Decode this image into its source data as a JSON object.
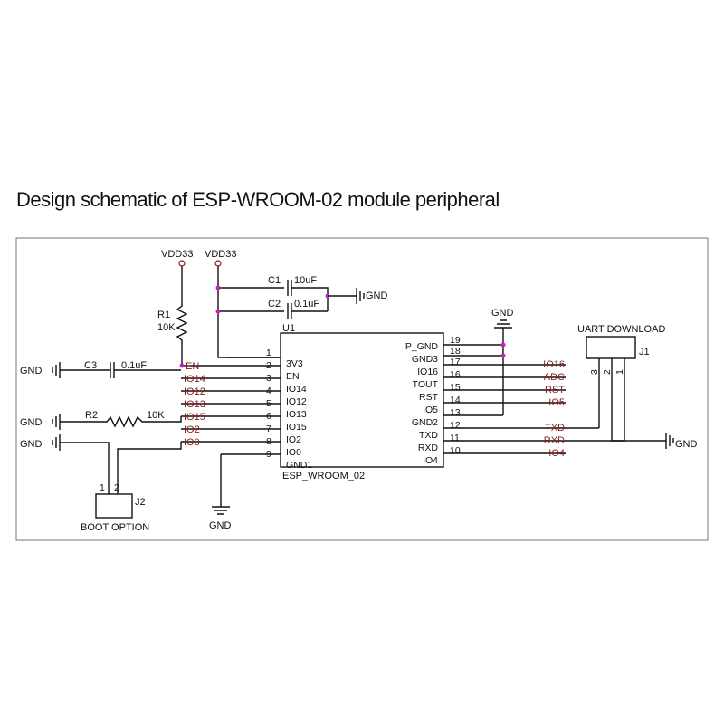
{
  "title": "Design schematic of ESP-WROOM-02 module peripheral",
  "power": {
    "vdd1": "VDD33",
    "vdd2": "VDD33",
    "gnd": "GND"
  },
  "capacitors": {
    "c1": {
      "ref": "C1",
      "value": "10uF"
    },
    "c2": {
      "ref": "C2",
      "value": "0.1uF"
    },
    "c3": {
      "ref": "C3",
      "value": "0.1uF"
    }
  },
  "resistors": {
    "r1": {
      "ref": "R1",
      "value": "10K"
    },
    "r2": {
      "ref": "R2",
      "value": "10K"
    }
  },
  "module": {
    "ref": "U1",
    "name": "ESP_WROOM_02",
    "left_pins": [
      {
        "num": "1",
        "name": "3V3",
        "net": ""
      },
      {
        "num": "2",
        "name": "EN",
        "net": "EN"
      },
      {
        "num": "3",
        "name": "IO14",
        "net": "IO14"
      },
      {
        "num": "4",
        "name": "IO12",
        "net": "IO12"
      },
      {
        "num": "5",
        "name": "IO13",
        "net": "IO13"
      },
      {
        "num": "6",
        "name": "IO15",
        "net": "IO15"
      },
      {
        "num": "7",
        "name": "IO2",
        "net": "IO2"
      },
      {
        "num": "8",
        "name": "IO0",
        "net": "IO0"
      },
      {
        "num": "9",
        "name": "GND1",
        "net": ""
      }
    ],
    "right_pins": [
      {
        "num": "19",
        "name": "P_GND",
        "net": ""
      },
      {
        "num": "18",
        "name": "GND3",
        "net": ""
      },
      {
        "num": "17",
        "name": "IO16",
        "net": ""
      },
      {
        "num": "16",
        "name": "TOUT",
        "net": "IO16"
      },
      {
        "num": "15",
        "name": "RST",
        "net": "ADC"
      },
      {
        "num": "14",
        "name": "IO5",
        "net": "RST"
      },
      {
        "num": "13",
        "name": "GND2",
        "net": "IO5"
      },
      {
        "num": "12",
        "name": "TXD",
        "net": ""
      },
      {
        "num": "11",
        "name": "RXD",
        "net": "TXD"
      },
      {
        "num": "10",
        "name": "IO4",
        "net": "RXD"
      }
    ],
    "extra_net": "IO4"
  },
  "connectors": {
    "j1": {
      "ref": "J1",
      "label": "UART DOWNLOAD",
      "pins": [
        "3",
        "2",
        "1"
      ]
    },
    "j2": {
      "ref": "J2",
      "label": "BOOT OPTION",
      "pins": [
        "1",
        "2"
      ]
    }
  }
}
